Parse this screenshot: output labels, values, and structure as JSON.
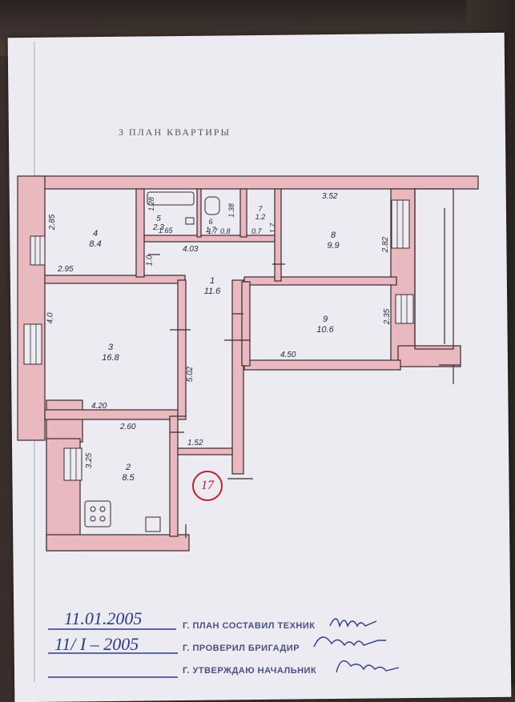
{
  "document": {
    "title": "3 ПЛАН КВАРТИРЫ",
    "apartment_number": "17"
  },
  "rooms": [
    {
      "id": "1",
      "area": "11.6"
    },
    {
      "id": "2",
      "area": "8.5"
    },
    {
      "id": "3",
      "area": "16.8"
    },
    {
      "id": "4",
      "area": "8.4"
    },
    {
      "id": "5",
      "area": "2.3"
    },
    {
      "id": "6",
      "area": "1.7"
    },
    {
      "id": "7",
      "area": "1.2"
    },
    {
      "id": "8",
      "area": "9.9"
    },
    {
      "id": "9",
      "area": "10.6"
    }
  ],
  "dimensions": {
    "d285": "2.85",
    "d295": "2.95",
    "d352": "3.52",
    "d282": "2.82",
    "d165": "1.65",
    "d17a": "1.7",
    "d08": "0.8",
    "d07": "0.7",
    "d17b": "1.7",
    "d403": "4.03",
    "d10": "1.0",
    "d40": "4.0",
    "d450": "4.50",
    "d235": "2.35",
    "d502": "5.02",
    "d420": "4.20",
    "d260": "2.60",
    "d152": "1.52",
    "d325": "3.25",
    "d138": "1.38",
    "d128": "1.28"
  },
  "approvals": [
    {
      "date": "11.01.2005",
      "stamp": "Г. ПЛАН СОСТАВИЛ ТЕХНИК"
    },
    {
      "date": "11/ I – 2005",
      "stamp": "Г. ПРОВЕРИЛ БРИГАДИР"
    },
    {
      "date": "",
      "stamp": "Г. УТВЕРЖДАЮ НАЧАЛЬНИК"
    }
  ],
  "colors": {
    "wall_fill": "#eab9c0",
    "wall_line": "#3a2a2e",
    "stamp_ink": "#4a4f8a",
    "pen_ink": "#2d3a8a",
    "apartment_circle": "#c02030"
  }
}
